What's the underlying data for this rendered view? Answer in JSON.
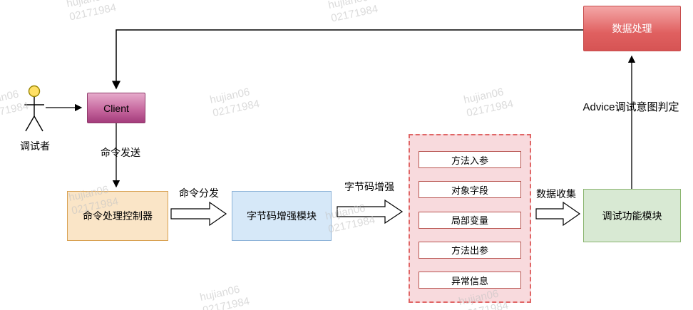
{
  "watermark": {
    "line1": "hujian06",
    "line2": "02171984"
  },
  "actor": {
    "label": "调试者"
  },
  "nodes": {
    "client": {
      "label": "Client"
    },
    "data_processing": {
      "label": "数据处理"
    },
    "command_controller": {
      "label": "命令处理控制器"
    },
    "bytecode_module": {
      "label": "字节码增强模块"
    },
    "debug_module": {
      "label": "调试功能模块"
    }
  },
  "collect_panel": {
    "items": [
      {
        "label": "方法入参"
      },
      {
        "label": "对象字段"
      },
      {
        "label": "局部变量"
      },
      {
        "label": "方法出参"
      },
      {
        "label": "异常信息"
      }
    ]
  },
  "edges": {
    "command_send": {
      "label": "命令发送"
    },
    "command_dispatch": {
      "label": "命令分发"
    },
    "bytecode_enhance": {
      "label": "字节码增强"
    },
    "data_collect": {
      "label": "数据收集"
    },
    "advice_judge": {
      "label": "Advice调试意图判定"
    }
  },
  "colors": {
    "client_gradient_top": "#e6aacb",
    "client_gradient_bottom": "#a43c7c",
    "data_processing_gradient_top": "#f4a7a7",
    "data_processing_gradient_bottom": "#d65454",
    "controller_fill": "#fae5c7",
    "controller_border": "#d8a050",
    "bytecode_fill": "#d6e8f8",
    "bytecode_border": "#8db3d8",
    "debug_fill": "#d8e9d3",
    "debug_border": "#8ab56f",
    "panel_fill": "#f8dadd",
    "panel_border": "#e06666",
    "item_border": "#b85450",
    "actor_head": "#ffe066"
  }
}
